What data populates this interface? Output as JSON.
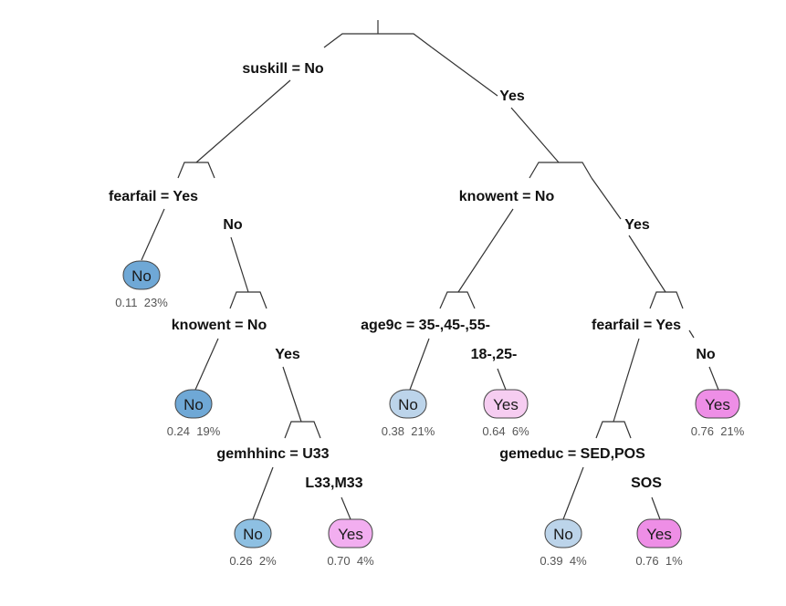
{
  "title": "Decision tree (rpart)",
  "colors": {
    "no_dark": "#6fa8d6",
    "no_mid": "#8ec0e2",
    "no_light": "#bcd4ea",
    "yes_light": "#f6cdf1",
    "yes_mid": "#f2aef0",
    "yes_dark": "#ee8ee6",
    "line": "#333333",
    "text": "#111111",
    "stats_text": "#555555"
  },
  "nodes": {
    "root": {
      "split": "suskill = No",
      "yes_label": "Yes"
    },
    "n_fearfail_left": {
      "split": "fearfail = Yes",
      "no_label": "No"
    },
    "n_knowent_left": {
      "split": "knowent = No",
      "yes_label": "Yes"
    },
    "n_gemhhinc": {
      "split": "gemhhinc = U33",
      "alt_label": "L33,M33"
    },
    "n_knowent_right": {
      "split": "knowent = No",
      "yes_label": "Yes"
    },
    "n_age9c": {
      "split": "age9c = 35-,45-,55-",
      "alt_label": "18-,25-"
    },
    "n_fearfail_right": {
      "split": "fearfail = Yes",
      "no_label": "No"
    },
    "n_gemeduc": {
      "split": "gemeduc = SED,POS",
      "alt_label": "SOS"
    }
  },
  "leaves": [
    {
      "id": "leaf1",
      "class": "No",
      "prob": "0.11",
      "pct": "23%",
      "stats": "0.11  23%",
      "shade": "no_dark"
    },
    {
      "id": "leaf2",
      "class": "No",
      "prob": "0.24",
      "pct": "19%",
      "stats": "0.24  19%",
      "shade": "no_dark"
    },
    {
      "id": "leaf3",
      "class": "No",
      "prob": "0.26",
      "pct": "2%",
      "stats": "0.26  2%",
      "shade": "no_mid"
    },
    {
      "id": "leaf4",
      "class": "Yes",
      "prob": "0.70",
      "pct": "4%",
      "stats": "0.70  4%",
      "shade": "yes_mid"
    },
    {
      "id": "leaf5",
      "class": "No",
      "prob": "0.38",
      "pct": "21%",
      "stats": "0.38  21%",
      "shade": "no_light"
    },
    {
      "id": "leaf6",
      "class": "Yes",
      "prob": "0.64",
      "pct": "6%",
      "stats": "0.64  6%",
      "shade": "yes_light"
    },
    {
      "id": "leaf7",
      "class": "Yes",
      "prob": "0.76",
      "pct": "21%",
      "stats": "0.76  21%",
      "shade": "yes_dark"
    },
    {
      "id": "leaf8",
      "class": "No",
      "prob": "0.39",
      "pct": "4%",
      "stats": "0.39  4%",
      "shade": "no_light"
    },
    {
      "id": "leaf9",
      "class": "Yes",
      "prob": "0.76",
      "pct": "1%",
      "stats": "0.76  1%",
      "shade": "yes_dark"
    }
  ]
}
